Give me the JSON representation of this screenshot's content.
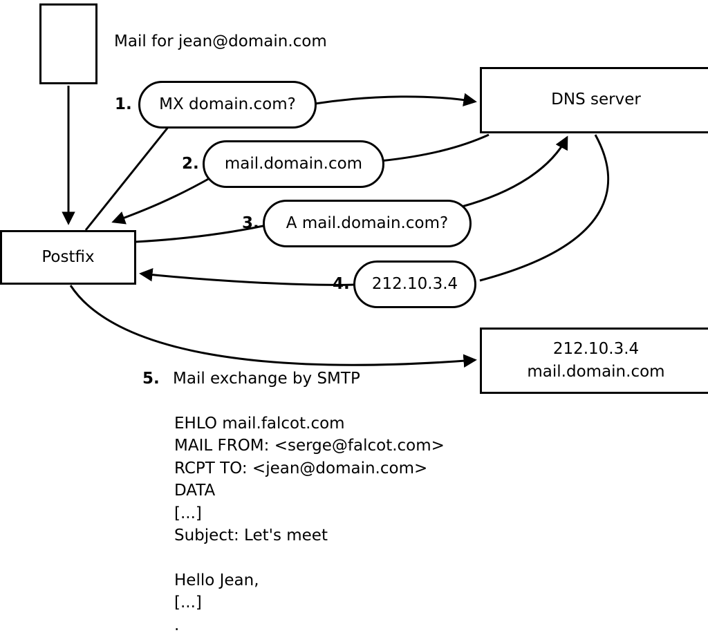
{
  "diagram": {
    "mail_label": "Mail for jean@domain.com",
    "postfix_box": "Postfix",
    "dns_box": "DNS server",
    "mail_server_box": {
      "line1": "212.10.3.4",
      "line2": "mail.domain.com"
    },
    "steps": [
      {
        "num": "1.",
        "label": "MX domain.com?"
      },
      {
        "num": "2.",
        "label": "mail.domain.com"
      },
      {
        "num": "3.",
        "label": "A mail.domain.com?"
      },
      {
        "num": "4.",
        "label": "212.10.3.4"
      }
    ],
    "step5": {
      "num": "5.",
      "label": "Mail exchange by SMTP"
    },
    "smtp_session": [
      "EHLO mail.falcot.com",
      "MAIL FROM: <serge@falcot.com>",
      "RCPT TO: <jean@domain.com>",
      "DATA",
      "[...]",
      "Subject: Let's meet",
      "",
      "Hello Jean,",
      "[...]",
      "."
    ]
  }
}
